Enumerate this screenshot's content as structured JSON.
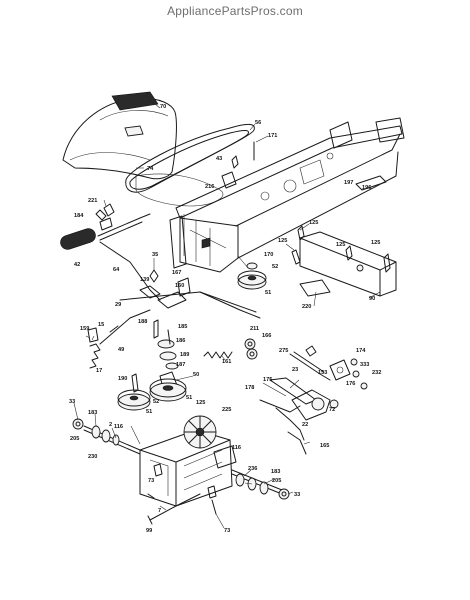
{
  "watermark": "AppliancePartsPros.com",
  "callouts": {
    "c70": "70",
    "c56": "56",
    "c171": "171",
    "c43": "43",
    "c74": "74",
    "c216": "216",
    "c197": "197",
    "c196": "196",
    "c221": "221",
    "c184": "184",
    "c42": "42",
    "c125a": "125",
    "c125b": "125",
    "c125c": "125",
    "c125d": "125",
    "c35": "35",
    "c64": "64",
    "c139": "139",
    "c167": "167",
    "c160": "160",
    "c170": "170",
    "c52a": "52",
    "c51a": "51",
    "c90": "90",
    "c220": "220",
    "c29": "29",
    "c159": "159",
    "c15": "15",
    "c188": "188",
    "c185": "185",
    "c211": "211",
    "c166": "166",
    "c186": "186",
    "c161": "161",
    "c49": "49",
    "c189": "189",
    "c17": "17",
    "c187": "187",
    "c50": "50",
    "c190": "190",
    "c52b": "52",
    "c51b": "51",
    "c51c": "51",
    "c275": "275",
    "c153": "153",
    "c174": "174",
    "c333": "333",
    "c232": "232",
    "c176": "176",
    "c23": "23",
    "c178": "178",
    "c175": "175",
    "c72": "72",
    "c22": "22",
    "c165": "165",
    "c225": "225",
    "c33a": "33",
    "c183a": "183",
    "c2": "2",
    "c116a": "116",
    "c205a": "205",
    "c230": "230",
    "c116b": "116",
    "c236": "236",
    "c183b": "183",
    "c205b": "205",
    "c33b": "33",
    "c73a": "73",
    "c99": "99",
    "c7": "7",
    "c73b": "73"
  }
}
